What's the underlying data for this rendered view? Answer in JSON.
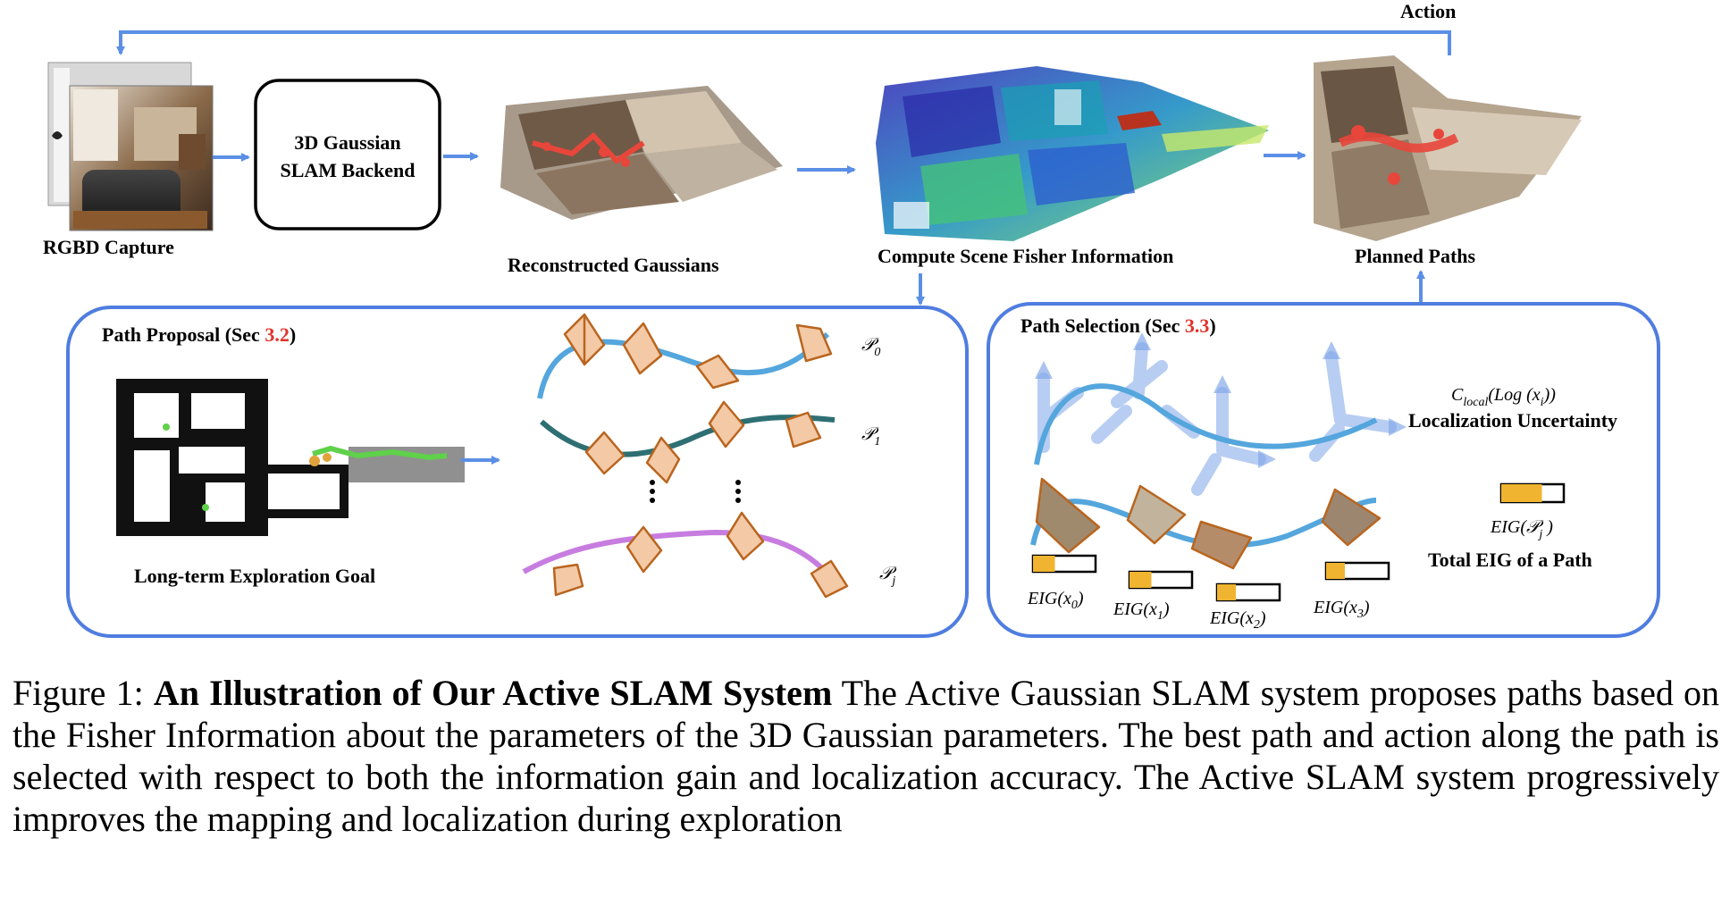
{
  "top_row": {
    "action_label": "Action",
    "rgbd_label": "RGBD Capture",
    "backend_line1": "3D Gaussian",
    "backend_line2": "SLAM Backend",
    "reconstructed_label": "Reconstructed Gaussians",
    "fisher_label": "Compute Scene Fisher Information",
    "planned_label": "Planned Paths"
  },
  "path_proposal": {
    "title": "Path Proposal (Sec ",
    "sec_ref": "3.2",
    "title_close": ")",
    "map_label": "Long-term Exploration Goal",
    "paths": [
      "𝒫",
      "𝒫",
      "𝒫"
    ],
    "path_subs": [
      "0",
      "1",
      "j"
    ]
  },
  "path_selection": {
    "title": "Path Selection (Sec ",
    "sec_ref": "3.3",
    "title_close": ")",
    "cost_formula_c": "C",
    "cost_formula_sub": "local",
    "cost_formula_rest": "(Log (x",
    "cost_formula_i": "i",
    "cost_formula_end": "))",
    "localization_label": "Localization Uncertainty",
    "eig_path_prefix": "EIG(𝒫",
    "eig_path_sub": "j",
    "eig_path_suffix": " )",
    "total_eig_label": "Total EIG of a Path",
    "eig_frames": [
      "EIG(x",
      "EIG(x",
      "EIG(x",
      "EIG(x"
    ],
    "eig_subs": [
      "0",
      "1",
      "2",
      "3"
    ],
    "eig_close": ")",
    "eig_levels": [
      0.35,
      0.35,
      0.3,
      0.3
    ],
    "eig_path_level": 0.65
  },
  "caption": {
    "prefix": "Figure 1: ",
    "title": "An Illustration of Our Active SLAM System",
    "body": " The Active Gaussian SLAM system proposes paths based on the Fisher Information about the parameters of the 3D Gaussian parameters. The best path and action along the path is selected with respect to both the information gain and localization accuracy. The Active SLAM system progressively improves the mapping and localization during exploration"
  },
  "colors": {
    "arrow": "#5b8fe6",
    "panel_border": "#4f7de0",
    "sec_ref": "#e0332a",
    "camera_stroke": "#b9651e",
    "camera_fill": "#f3c9a6",
    "eig_fill": "#f0b430",
    "path_light_blue": "#54a6dd",
    "path_teal": "#2e6f73",
    "path_purple": "#c77de0"
  }
}
